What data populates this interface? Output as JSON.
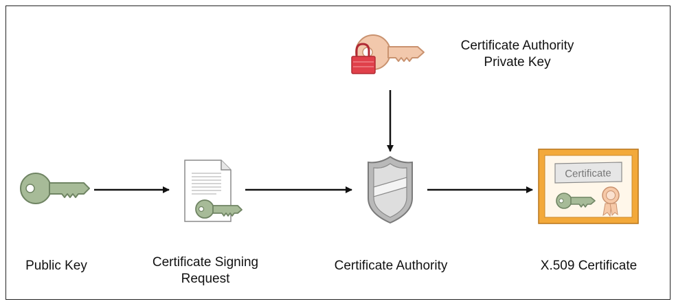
{
  "nodes": {
    "public_key": {
      "label": "Public Key",
      "icon": "key-icon"
    },
    "csr": {
      "label_line1": "Certificate Signing",
      "label_line2": "Request",
      "icon": "document-key-icon"
    },
    "ca": {
      "label": "Certificate Authority",
      "icon": "shield-icon"
    },
    "x509": {
      "label": "X.509 Certificate",
      "icon": "certificate-icon",
      "banner_text": "Certificate"
    },
    "ca_private_key": {
      "label_line1": "Certificate Authority",
      "label_line2": "Private Key",
      "icon": "locked-key-icon"
    }
  },
  "colors": {
    "public_key": "#a7bb98",
    "private_key": "#f2c8ac",
    "lock": "#e0404a",
    "shield": "#b9b9b9",
    "frame": "#f3a93a",
    "seal": "#f6c9a8"
  }
}
